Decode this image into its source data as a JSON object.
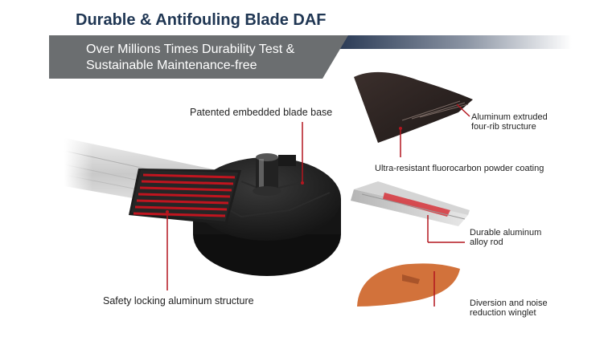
{
  "header": {
    "title": "Durable & Antifouling Blade DAF",
    "banner_line1": "Over Millions Times Durability Test  &",
    "banner_line2": "Sustainable Maintenance-free"
  },
  "callouts": {
    "blade_base": "Patented embedded blade base",
    "safety_locking": "Safety locking aluminum structure",
    "four_rib_1": "Aluminum extruded",
    "four_rib_2": "four-rib structure",
    "coating": "Ultra-resistant fluorocarbon powder coating",
    "alloy_rod_1": "Durable aluminum",
    "alloy_rod_2": "alloy rod",
    "winglet_1": "Diversion and noise",
    "winglet_2": "reduction winglet"
  },
  "colors": {
    "title": "#1f3653",
    "banner": "#6b6e70",
    "accent_red": "#b3161f",
    "winglet_orange": "#d2723b"
  }
}
